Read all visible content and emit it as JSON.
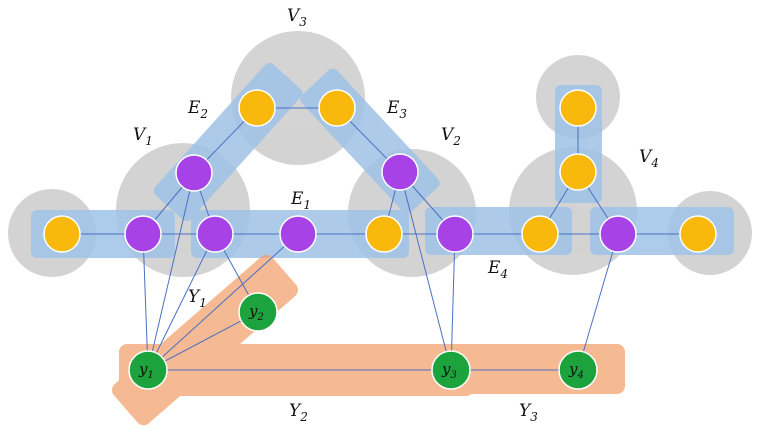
{
  "colors": {
    "background": "#ffffff",
    "gray_region": "#cccccc",
    "blue_hyperedge": "#a9c8e8",
    "orange_hyperedge": "#f2a06a",
    "node_yellow": "#f8b90c",
    "node_purple": "#a742e6",
    "node_green": "#1ca33d",
    "edge_line": "#4a70c4"
  },
  "labels": {
    "V1": {
      "base": "V",
      "sub": "1"
    },
    "V2": {
      "base": "V",
      "sub": "2"
    },
    "V3": {
      "base": "V",
      "sub": "3"
    },
    "V4": {
      "base": "V",
      "sub": "4"
    },
    "E1": {
      "base": "E",
      "sub": "1"
    },
    "E2": {
      "base": "E",
      "sub": "2"
    },
    "E3": {
      "base": "E",
      "sub": "3"
    },
    "E4": {
      "base": "E",
      "sub": "4"
    },
    "Y1": {
      "base": "Y",
      "sub": "1"
    },
    "Y2": {
      "base": "Y",
      "sub": "2"
    },
    "Y3": {
      "base": "Y",
      "sub": "3"
    }
  },
  "green_nodes": {
    "y1": {
      "base": "y",
      "sub": "1"
    },
    "y2": {
      "base": "y",
      "sub": "2"
    },
    "y3": {
      "base": "y",
      "sub": "3"
    },
    "y4": {
      "base": "y",
      "sub": "4"
    }
  }
}
